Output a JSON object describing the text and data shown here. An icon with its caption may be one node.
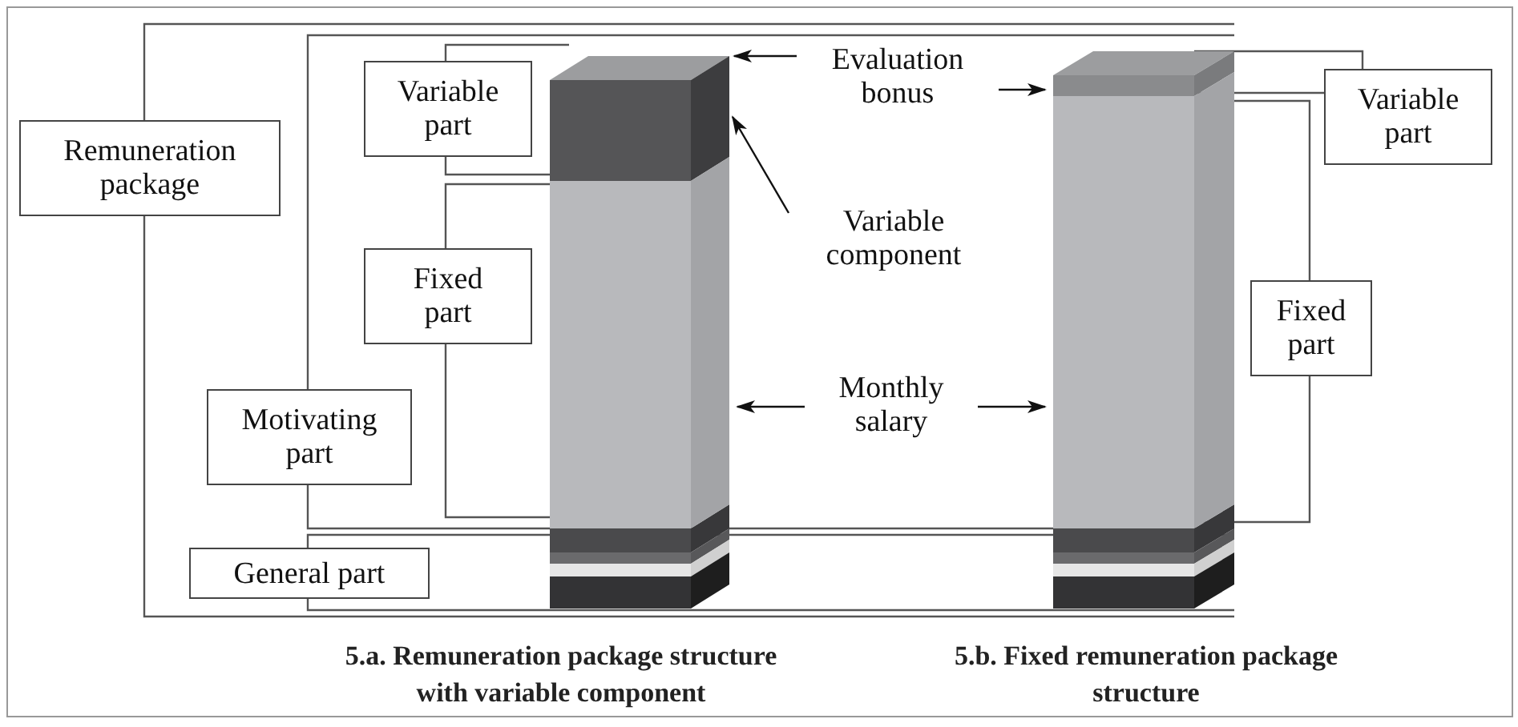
{
  "diagram": {
    "nodes": [
      {
        "text": [
          "Remuneration package"
        ]
      },
      {
        "text": [
          "Variable part"
        ]
      },
      {
        "text": [
          "Fixed part"
        ]
      },
      {
        "text": [
          "Motivating part"
        ]
      },
      {
        "text": [
          "General part"
        ]
      },
      {
        "text": [
          "Evaluation bonus"
        ]
      },
      {
        "text": [
          "Variable component"
        ]
      },
      {
        "text": [
          "Monthly salary"
        ]
      },
      {
        "text": [
          "Variable part"
        ]
      },
      {
        "text": [
          "Fixed part"
        ]
      },
      {
        "text": [],
        "shape": "bar"
      },
      {
        "text": [],
        "shape": "bar"
      },
      {
        "text": [],
        "shape": "bar"
      },
      {
        "text": [],
        "shape": "bar"
      },
      {
        "text": [],
        "shape": "bar"
      }
    ],
    "edges": [
      {
        "from": 5,
        "to": 10,
        "arrow": "to"
      },
      {
        "from": 5,
        "to": 13,
        "arrow": "to"
      },
      {
        "from": 6,
        "to": 11,
        "arrow": "to"
      },
      {
        "from": 7,
        "to": 12,
        "arrow": "to"
      },
      {
        "from": 7,
        "to": 14,
        "arrow": "to"
      }
    ],
    "labels": [
      "5.a. Remuneration package structure with variable component",
      "5.b. Fixed remuneration package structure"
    ]
  }
}
